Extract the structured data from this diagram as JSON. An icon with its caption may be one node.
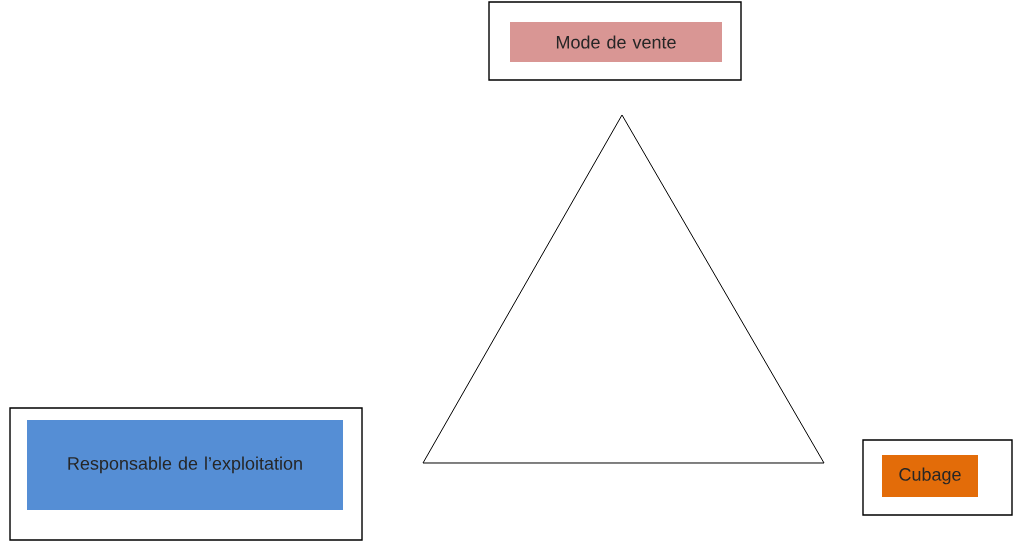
{
  "diagram": {
    "nodes": [
      {
        "text": [
          "Mode de vente"
        ]
      },
      {
        "text": [],
        "shape": "triangle"
      },
      {
        "text": [
          "Responsable de l’exploitation"
        ]
      },
      {
        "text": [
          "Cubage"
        ]
      }
    ]
  }
}
